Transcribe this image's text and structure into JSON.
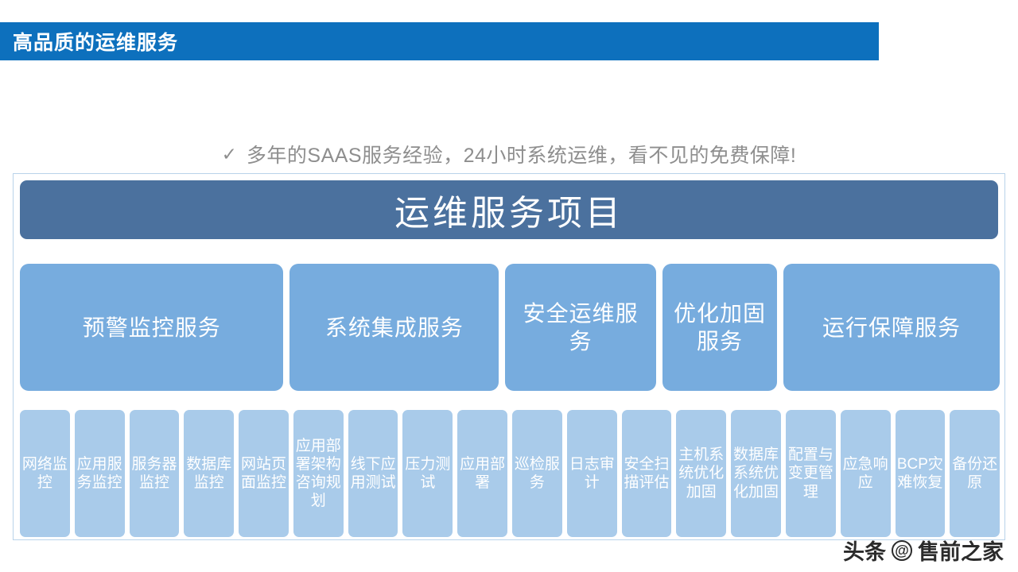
{
  "slide": {
    "title": "高品质的运维服务",
    "subtitle_check": "✓",
    "subtitle": "多年的SAAS服务经验，24小时系统运维，看不见的免费保障!",
    "main_header": "运维服务项目"
  },
  "colors": {
    "title_bar": "#0D70BD",
    "main_header": "#4B719E",
    "category": "#77ACDE",
    "item": "#A9CBEA",
    "container_border": "#B9D3EA",
    "subtitle_text": "#8E8E8E"
  },
  "categories": [
    {
      "label": "预警监控服务",
      "flex": 345
    },
    {
      "label": "系统集成服务",
      "flex": 270
    },
    {
      "label": "安全运维服务",
      "flex": 190
    },
    {
      "label": "优化加固服务",
      "flex": 140
    },
    {
      "label": "运行保障服务",
      "flex": 280
    }
  ],
  "items": [
    {
      "label": "网络监控"
    },
    {
      "label": "应用服务监控"
    },
    {
      "label": "服务器监控"
    },
    {
      "label": "数据库监控"
    },
    {
      "label": "网站页面监控"
    },
    {
      "label": "应用部署架构咨询规划"
    },
    {
      "label": "线下应用测试"
    },
    {
      "label": "压力测试"
    },
    {
      "label": "应用部署"
    },
    {
      "label": "巡检服务"
    },
    {
      "label": "日志审计"
    },
    {
      "label": "安全扫描评估"
    },
    {
      "label": "主机系统优化加固"
    },
    {
      "label": "数据库系统优化加固"
    },
    {
      "label": "配置与变更管理"
    },
    {
      "label": "应急响应"
    },
    {
      "label": "BCP灾难恢复"
    },
    {
      "label": "备份还原"
    }
  ],
  "watermark": {
    "source": "头条",
    "at": "@",
    "account": "售前之家"
  }
}
